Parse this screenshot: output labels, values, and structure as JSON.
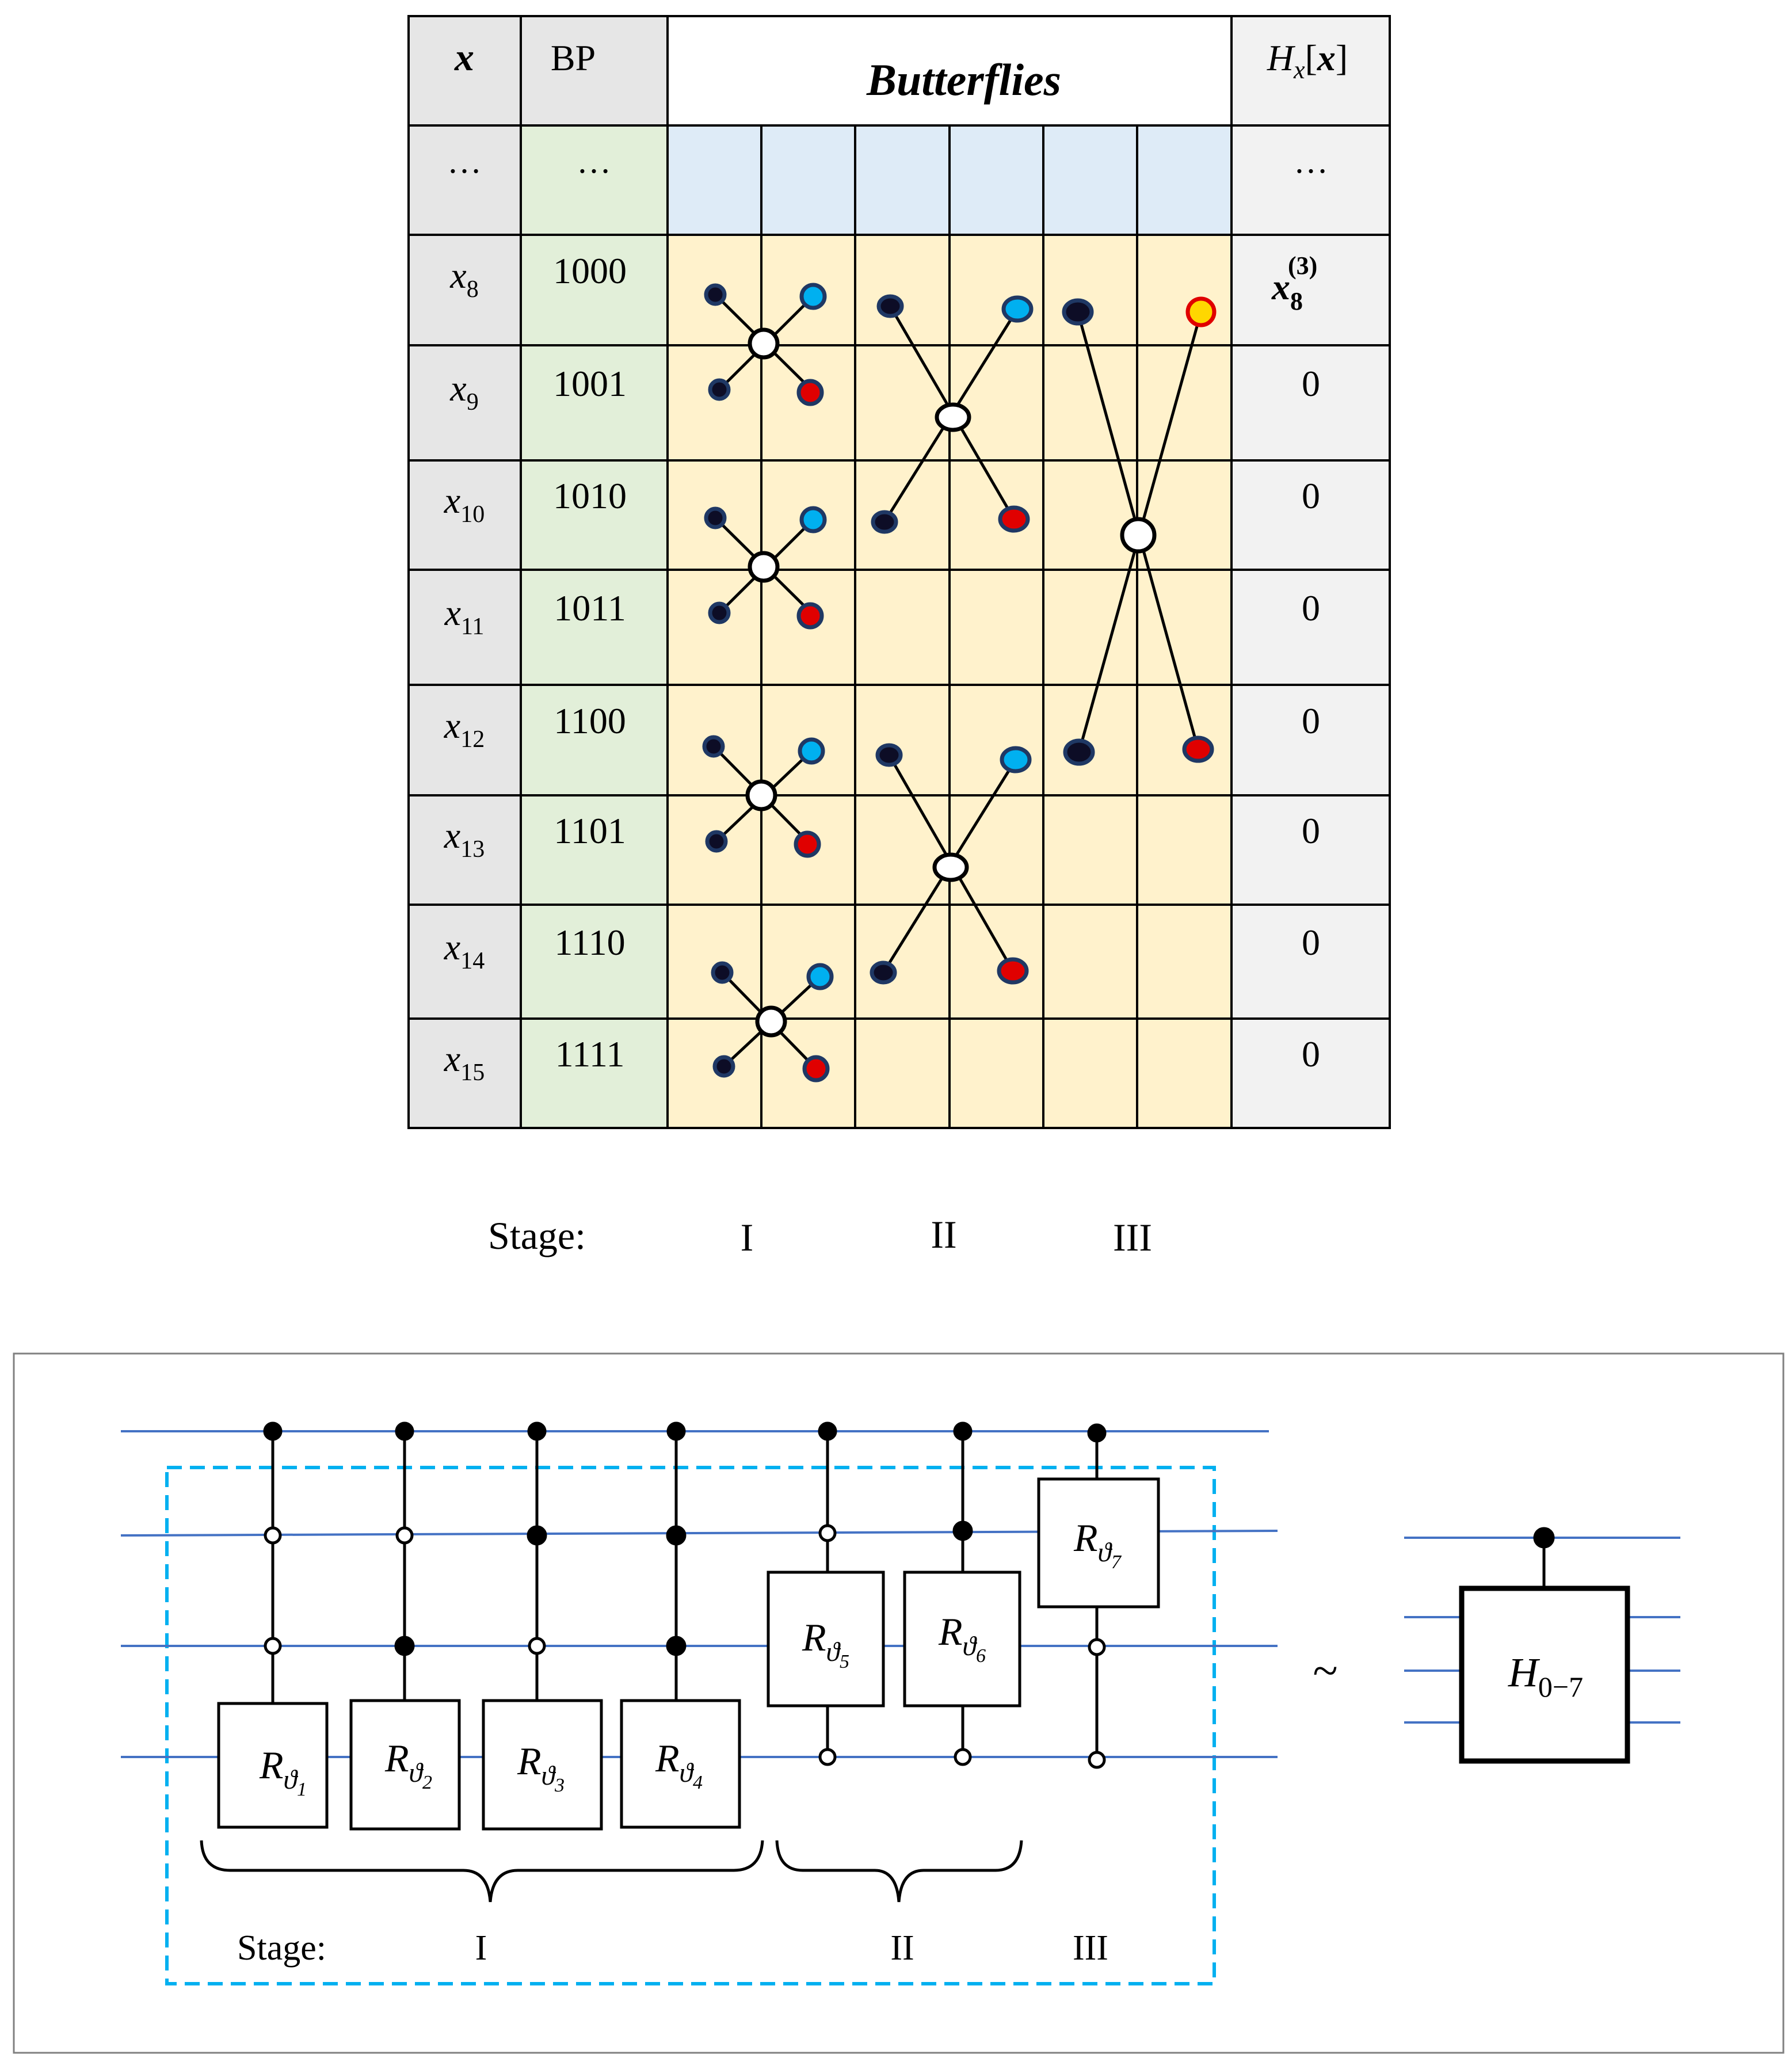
{
  "table": {
    "headers": {
      "x": "x",
      "bp": "BP",
      "butterflies": "Butterflies",
      "hx": "H",
      "hx_sub": "x",
      "hx_arg_open": "[",
      "hx_arg": "x",
      "hx_arg_close": "]"
    },
    "ellipsis": "…",
    "rows": [
      {
        "x": "x",
        "sub": "8",
        "bp": "1000",
        "h": ""
      },
      {
        "x": "x",
        "sub": "9",
        "bp": "1001",
        "h": "0"
      },
      {
        "x": "x",
        "sub": "10",
        "bp": "1010",
        "h": "0"
      },
      {
        "x": "x",
        "sub": "11",
        "bp": "1011",
        "h": "0"
      },
      {
        "x": "x",
        "sub": "12",
        "bp": "1100",
        "h": "0"
      },
      {
        "x": "x",
        "sub": "13",
        "bp": "1101",
        "h": "0"
      },
      {
        "x": "x",
        "sub": "14",
        "bp": "1110",
        "h": "0"
      },
      {
        "x": "x",
        "sub": "15",
        "bp": "1111",
        "h": "0"
      }
    ],
    "first_h": {
      "base": "x",
      "sub": "8",
      "sup": "(3)"
    }
  },
  "stages_top": {
    "label": "Stage:",
    "items": [
      "I",
      "II",
      "III"
    ]
  },
  "circuit": {
    "gates": [
      {
        "base": "R",
        "sub": "ϑ",
        "subsub": "1"
      },
      {
        "base": "R",
        "sub": "ϑ",
        "subsub": "2"
      },
      {
        "base": "R",
        "sub": "ϑ",
        "subsub": "3"
      },
      {
        "base": "R",
        "sub": "ϑ",
        "subsub": "4"
      },
      {
        "base": "R",
        "sub": "ϑ",
        "subsub": "5"
      },
      {
        "base": "R",
        "sub": "ϑ",
        "subsub": "6"
      },
      {
        "base": "R",
        "sub": "ϑ",
        "subsub": "7"
      }
    ],
    "stage_label": "Stage:",
    "stages": [
      "I",
      "II",
      "III"
    ],
    "equiv": "~",
    "h_block": {
      "base": "H",
      "sub": "0−7"
    }
  },
  "colors": {
    "header_gray": "#e6e6e6",
    "bp_green": "#e2efd9",
    "butterfly_yellow": "#fff2cc",
    "butterfly_blue": "#deebf7",
    "h_gray": "#f2f2f2",
    "node_dark": "#0d0d26",
    "node_blue": "#00b0f0",
    "node_red": "#e00000",
    "node_yellow": "#ffd700",
    "wire_blue": "#4472c4",
    "dash_blue": "#00b0f0"
  }
}
